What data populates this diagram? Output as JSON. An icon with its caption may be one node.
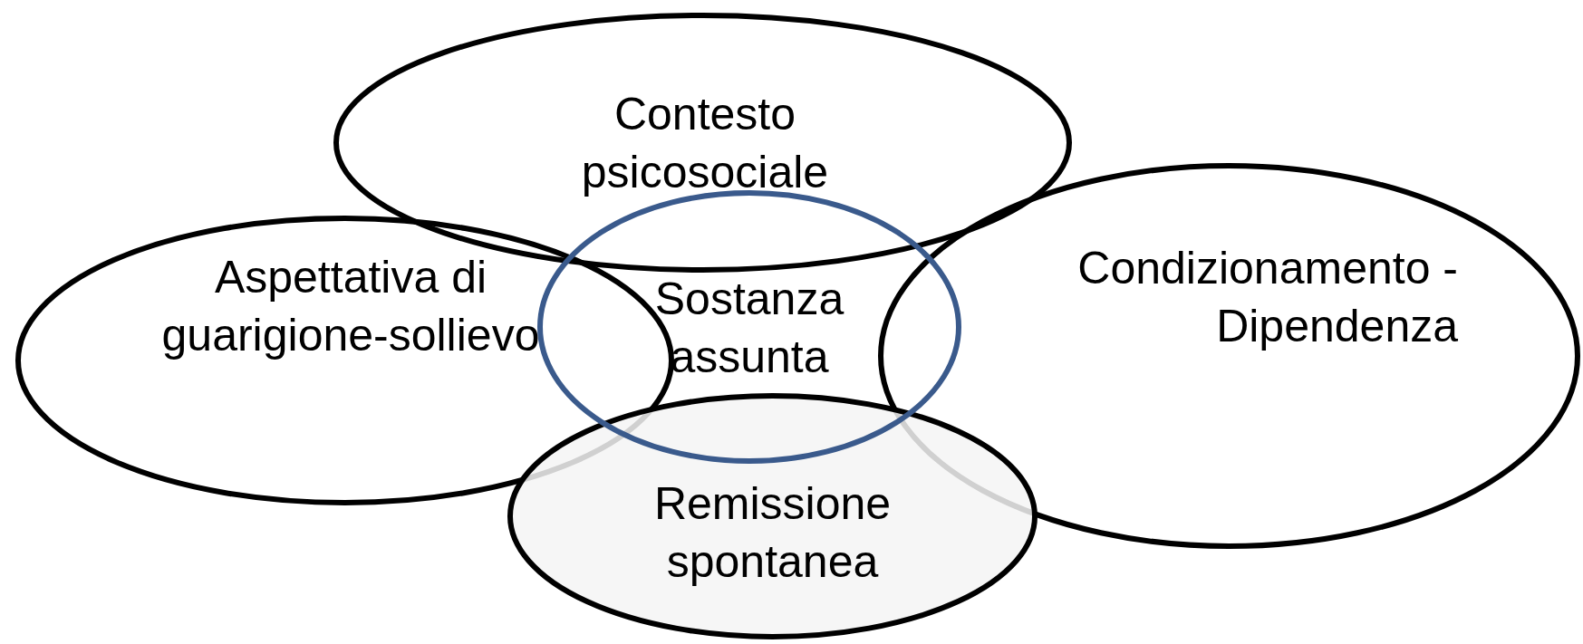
{
  "diagram": {
    "nodes": [
      {
        "text": [
          "Contesto psicosociale"
        ]
      },
      {
        "text": [
          "Aspettativa di guarigione-sollievo"
        ]
      },
      {
        "text": [
          "Sostanza assunta"
        ]
      },
      {
        "text": [
          "Condizionamento - Dipendenza"
        ]
      },
      {
        "text": [
          "Remissione spontanea"
        ]
      }
    ]
  }
}
